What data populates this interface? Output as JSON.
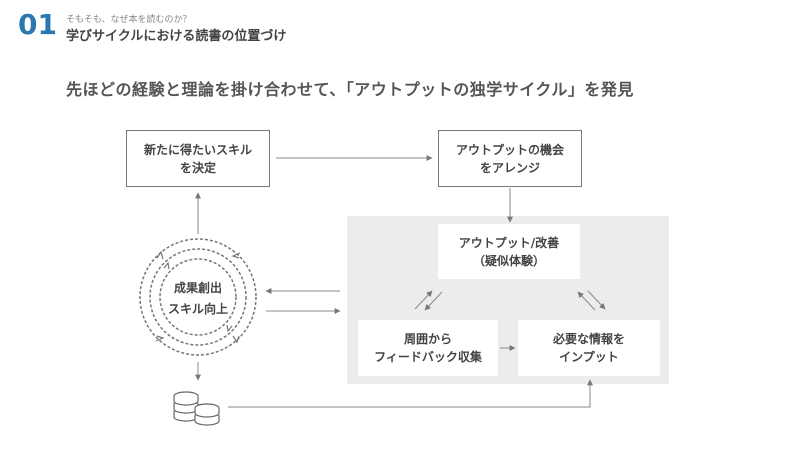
{
  "header": {
    "section_number": "01",
    "subtitle": "そもそも、なぜ本を読むのか？",
    "title": "学びサイクルにおける読書の位置づけ"
  },
  "headline": "先ほどの経験と理論を掛け合わせて、「アウトプットの独学サイクル」を発見",
  "diagram": {
    "box_skill": "新たに得たいスキル\nを決定",
    "box_opportunity": "アウトプットの機会\nをアレンジ",
    "box_output": "アウトプット/改善\n（疑似体験）",
    "box_feedback": "周囲から\nフィードバック収集",
    "box_input": "必要な情報を\nインプット",
    "cycle_center": "成果創出\nスキル向上",
    "coins_icon": "coins-icon"
  },
  "colors": {
    "accent": "#2a78b0",
    "panel": "#ececec",
    "line": "#777777"
  }
}
